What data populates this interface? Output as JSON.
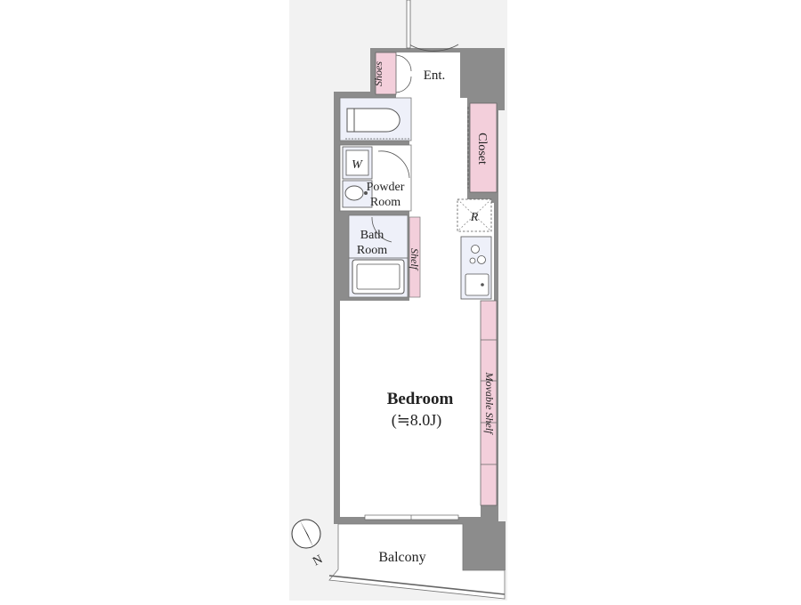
{
  "rooms": {
    "entrance": "Ent.",
    "shoes": "Shoes",
    "closet": "Closet",
    "washer": "W",
    "powder_room_line1": "Powder",
    "powder_room_line2": "Room",
    "refrigerator": "R",
    "bath_room_line1": "Bath",
    "bath_room_line2": "Room",
    "shelf": "Shelf",
    "movable_shelf": "Movable Shelf",
    "bedroom": "Bedroom",
    "bedroom_size": "(≒8.0J)",
    "balcony": "Balcony"
  },
  "compass": {
    "north": "N"
  },
  "colors": {
    "wall": "#8c8c8c",
    "storage": "#f3cfdb",
    "wet_area": "#eef0f9",
    "site": "#f2f2f2",
    "floor": "#ffffff"
  }
}
